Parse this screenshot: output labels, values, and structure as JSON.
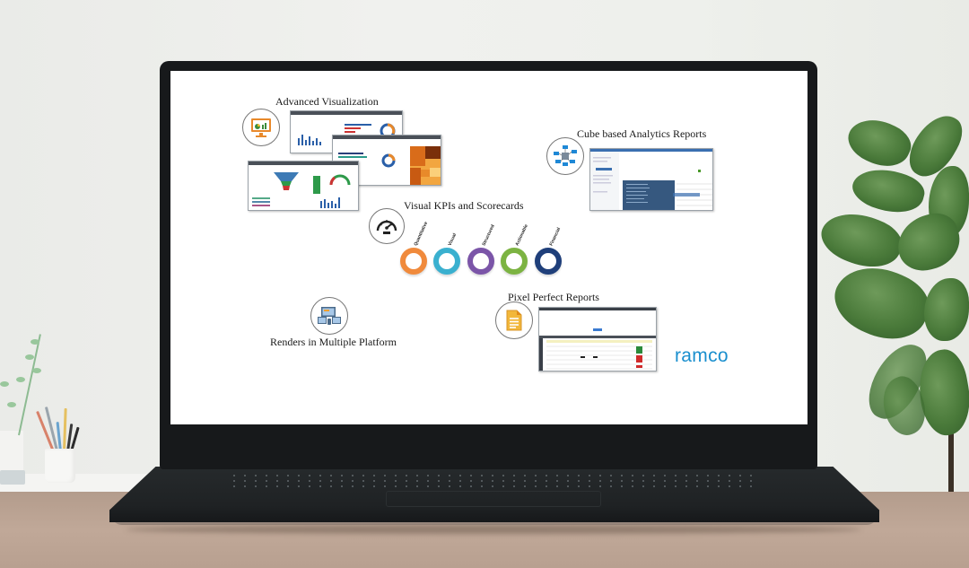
{
  "screen": {
    "sections": {
      "advanced_visualization": {
        "title": "Advanced Visualization",
        "icon": "monitor-chart-icon"
      },
      "cube_analytics": {
        "title": "Cube based Analytics Reports",
        "icon": "network-cube-icon"
      },
      "visual_kpis": {
        "title": "Visual KPIs and Scorecards",
        "icon": "speedometer-icon",
        "rings": [
          {
            "label": "Quantitative",
            "color": "#f08a3c"
          },
          {
            "label": "Visual",
            "color": "#3ab0cf"
          },
          {
            "label": "Structured",
            "color": "#7b55a8"
          },
          {
            "label": "Actionable",
            "color": "#7cb342"
          },
          {
            "label": "Financial",
            "color": "#1f3f7a"
          }
        ]
      },
      "multiple_platform": {
        "title": "Renders in Multiple Platform",
        "icon": "multi-device-icon"
      },
      "pixel_perfect": {
        "title": "Pixel Perfect Reports",
        "icon": "document-icon"
      }
    },
    "brand": {
      "logo_text": "ramco",
      "color": "#1a8fce"
    }
  },
  "colors": {
    "icon_orange": "#e8892b",
    "bezel": "#17191b",
    "desk": "#b8a090"
  }
}
